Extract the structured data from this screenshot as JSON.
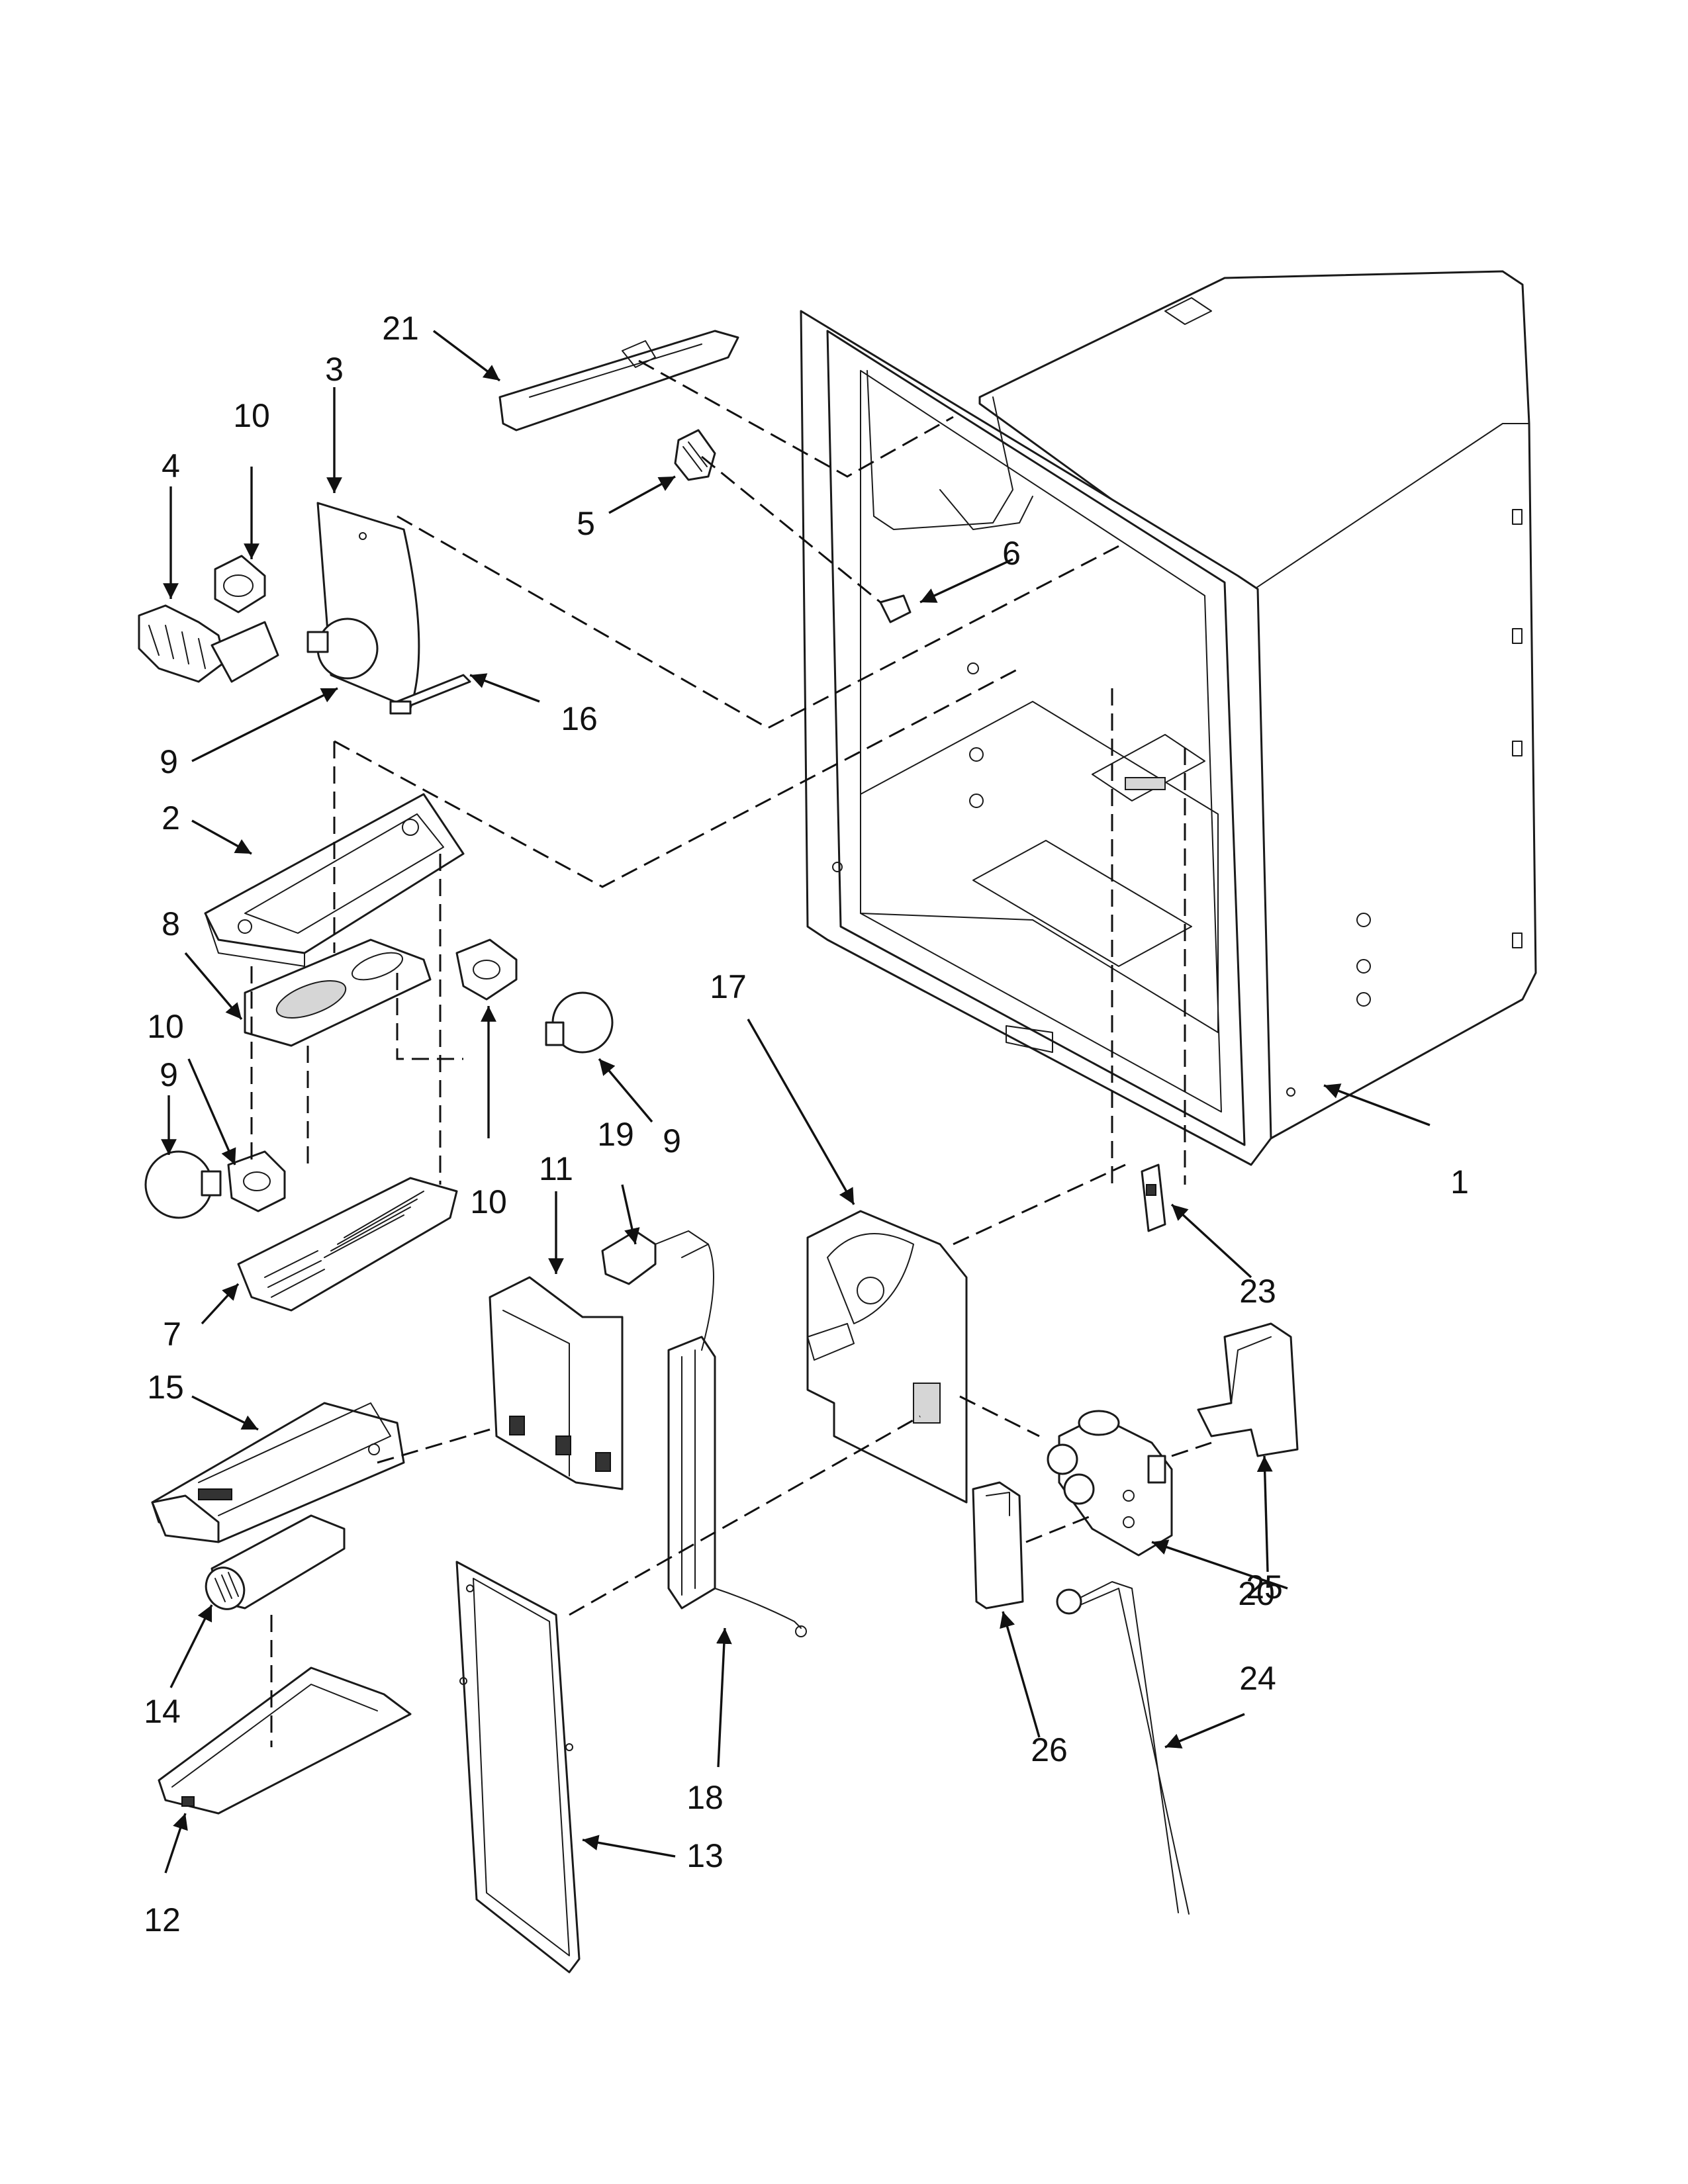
{
  "diagram": {
    "callouts": [
      {
        "id": "c1",
        "label": "1"
      },
      {
        "id": "c2",
        "label": "2"
      },
      {
        "id": "c3",
        "label": "3"
      },
      {
        "id": "c4",
        "label": "4"
      },
      {
        "id": "c5",
        "label": "5"
      },
      {
        "id": "c6",
        "label": "6"
      },
      {
        "id": "c7",
        "label": "7"
      },
      {
        "id": "c8",
        "label": "8"
      },
      {
        "id": "c9a",
        "label": "9"
      },
      {
        "id": "c9b",
        "label": "9"
      },
      {
        "id": "c9c",
        "label": "9"
      },
      {
        "id": "c10a",
        "label": "10"
      },
      {
        "id": "c10b",
        "label": "10"
      },
      {
        "id": "c10c",
        "label": "10"
      },
      {
        "id": "c11",
        "label": "11"
      },
      {
        "id": "c12",
        "label": "12"
      },
      {
        "id": "c13",
        "label": "13"
      },
      {
        "id": "c14",
        "label": "14"
      },
      {
        "id": "c15",
        "label": "15"
      },
      {
        "id": "c16",
        "label": "16"
      },
      {
        "id": "c17",
        "label": "17"
      },
      {
        "id": "c18",
        "label": "18"
      },
      {
        "id": "c19",
        "label": "19"
      },
      {
        "id": "c20",
        "label": "20"
      },
      {
        "id": "c21",
        "label": "21"
      },
      {
        "id": "c23",
        "label": "23"
      },
      {
        "id": "c24",
        "label": "24"
      },
      {
        "id": "c25",
        "label": "25"
      },
      {
        "id": "c26",
        "label": "26"
      }
    ]
  }
}
